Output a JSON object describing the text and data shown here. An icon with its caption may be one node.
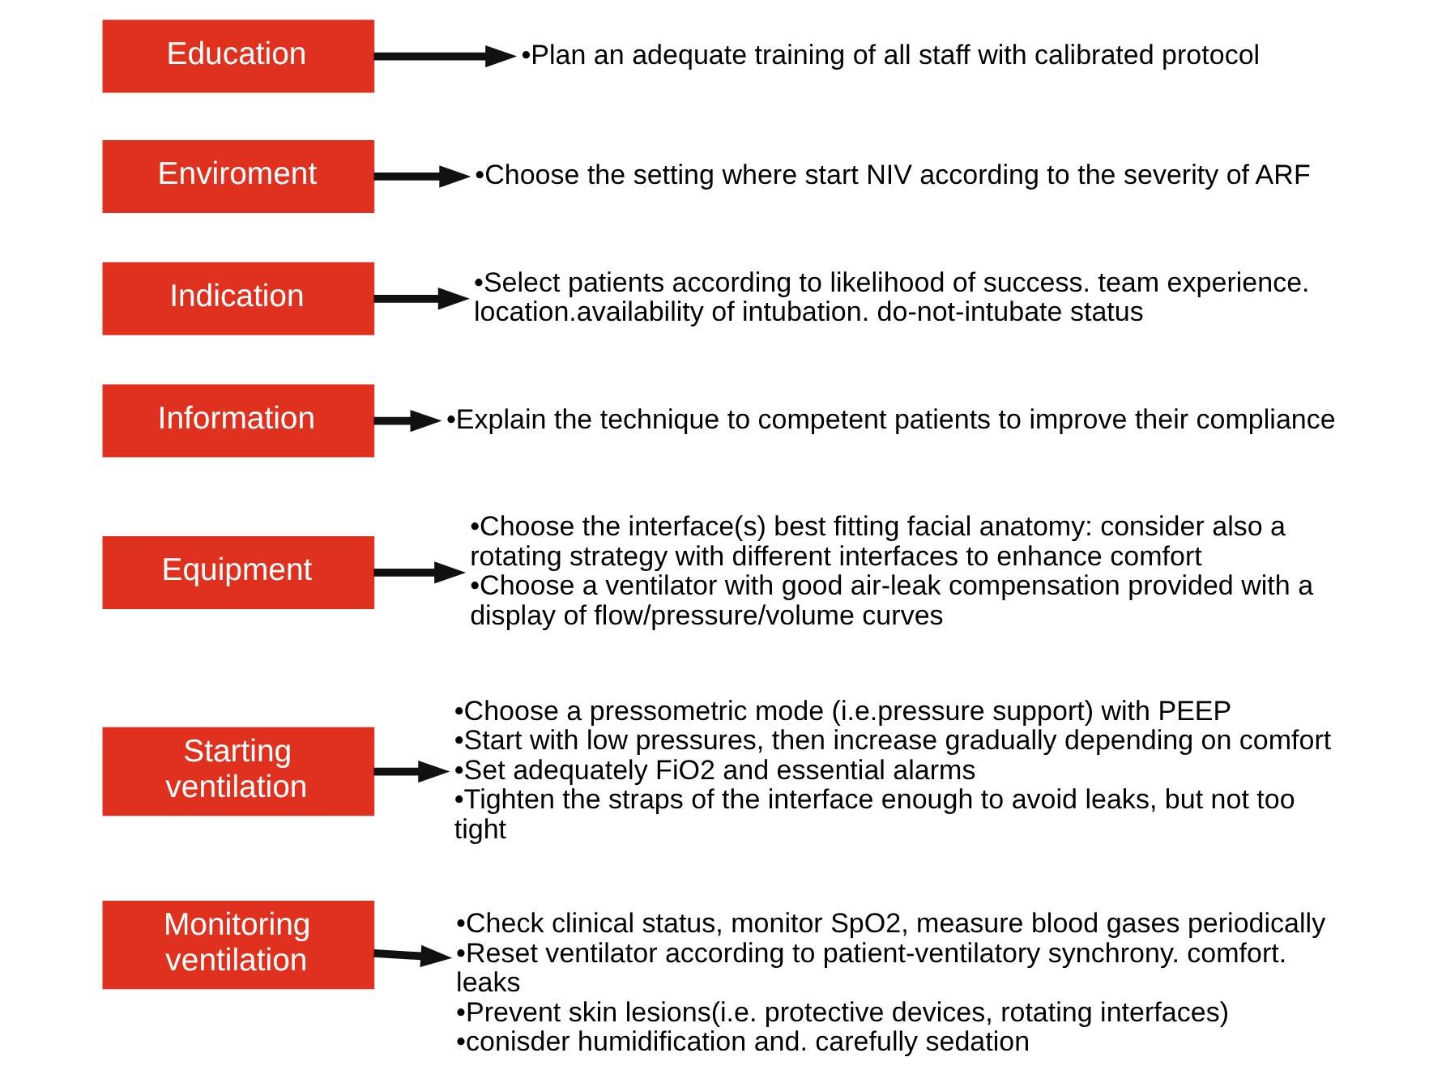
{
  "diagram": {
    "nodes": [
      {
        "text": [
          "Education"
        ]
      },
      {
        "text": [
          "•Plan an adequate training of all staff with calibrated protocol"
        ]
      },
      {
        "text": [
          "Enviroment"
        ]
      },
      {
        "text": [
          "•Choose the setting where start NIV according to the severity of ARF"
        ]
      },
      {
        "text": [
          "Indication"
        ]
      },
      {
        "text": [
          "•Select patients according to likelihood of success. team experience. location.availability of intubation. do-not-intubate status"
        ]
      },
      {
        "text": [
          "Information"
        ]
      },
      {
        "text": [
          "•Explain the technique to competent patients to improve their compliance"
        ]
      },
      {
        "text": [
          "Equipment"
        ]
      },
      {
        "text": [
          "•Choose the interface(s) best fitting facial anatomy: consider also a rotating strategy with different interfaces to enhance comfort",
          "•Choose a ventilator with good air-leak compensation provided with a display of flow/pressure/volume curves"
        ]
      },
      {
        "text": [
          "Starting ventilation"
        ]
      },
      {
        "text": [
          "•Choose a pressometric mode (i.e.pressure support) with PEEP",
          "•Start with low pressures, then increase gradually depending on comfort",
          "•Set adequately FiO2 and essential alarms",
          "•Tighten the straps of the interface enough to avoid leaks, but not too tight"
        ]
      },
      {
        "text": [
          "Monitoring ventilation"
        ]
      },
      {
        "text": [
          "•Check clinical status, monitor SpO2, measure blood gases periodically",
          "•Reset ventilator according to patient-ventilatory synchrony. comfort. leaks",
          "•Prevent skin lesions(i.e. protective devices, rotating interfaces)",
          "•conisder humidification and. carefully sedation"
        ]
      }
    ],
    "edges": [
      {
        "from": 0,
        "to": 1,
        "arrow": "to"
      },
      {
        "from": 2,
        "to": 3,
        "arrow": "to"
      },
      {
        "from": 4,
        "to": 5,
        "arrow": "to"
      },
      {
        "from": 6,
        "to": 7,
        "arrow": "to"
      },
      {
        "from": 8,
        "to": 9,
        "arrow": "to"
      },
      {
        "from": 10,
        "to": 11,
        "arrow": "to"
      },
      {
        "from": 12,
        "to": 13,
        "arrow": "to"
      }
    ]
  }
}
